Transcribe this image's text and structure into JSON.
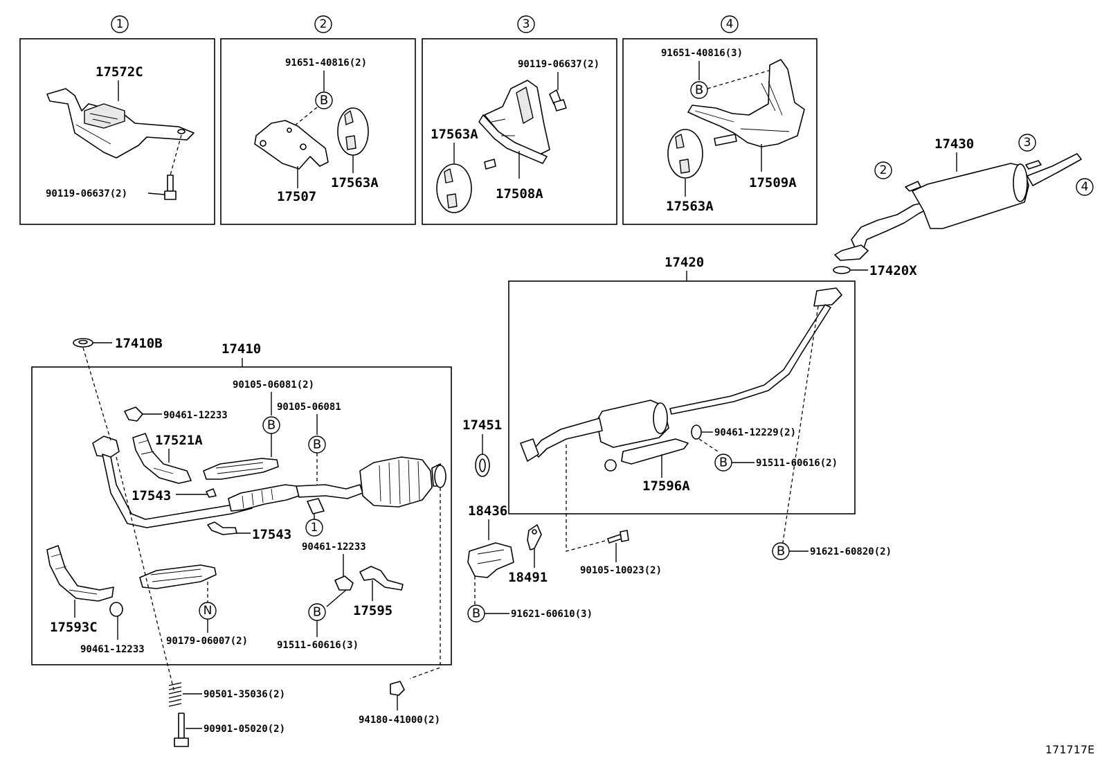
{
  "diagram_id": "171717E",
  "callouts": {
    "c1": "1",
    "c2": "2",
    "c3": "3",
    "c4": "4",
    "b": "B",
    "n": "N"
  },
  "labels": {
    "p17572C": "17572C",
    "p90119_06637_2_a": "90119-06637(2)",
    "p91651_40816_2": "91651-40816(2)",
    "p17507": "17507",
    "p17563A_a": "17563A",
    "p90119_06637_2_b": "90119-06637(2)",
    "p17563A_b": "17563A",
    "p17508A": "17508A",
    "p91651_40816_3": "91651-40816(3)",
    "p17509A": "17509A",
    "p17563A_c": "17563A",
    "p17430": "17430",
    "p17420X": "17420X",
    "p17420": "17420",
    "p90461_12229_2": "90461-12229(2)",
    "p91511_60616_2": "91511-60616(2)",
    "p17596A": "17596A",
    "p91621_60820_2": "91621-60820(2)",
    "p90105_10023_2": "90105-10023(2)",
    "p17451": "17451",
    "p18436": "18436",
    "p18491": "18491",
    "p91621_60610_3": "91621-60610(3)",
    "p17410B": "17410B",
    "p17410": "17410",
    "p90105_06081_2": "90105-06081(2)",
    "p90105_06081": "90105-06081",
    "p90461_12233_a": "90461-12233",
    "p17521A": "17521A",
    "p17543_a": "17543",
    "p17543_b": "17543",
    "p90461_12233_b": "90461-12233",
    "p17593C": "17593C",
    "p90461_12233_c": "90461-12233",
    "p90179_06007_2": "90179-06007(2)",
    "p91511_60616_3": "91511-60616(3)",
    "p17595": "17595",
    "p90501_35036_2": "90501-35036(2)",
    "p90901_05020_2": "90901-05020(2)",
    "p94180_41000_2": "94180-41000(2)"
  }
}
